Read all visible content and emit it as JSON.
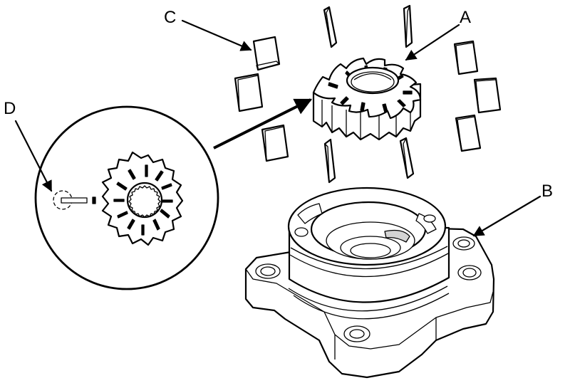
{
  "labels": {
    "a": "A",
    "b": "B",
    "c": "C",
    "d": "D"
  },
  "icons": [
    "rotor-icon",
    "pump-housing-icon",
    "vane-icon",
    "detail-magnifier-icon"
  ]
}
